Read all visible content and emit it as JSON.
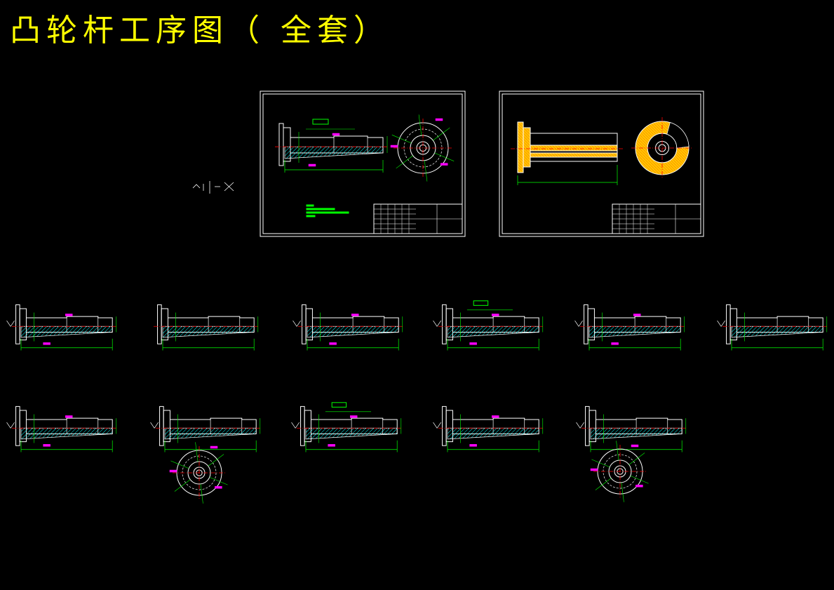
{
  "title": "凸轮杆工序图（ 全套）",
  "colors": {
    "background": "#000000",
    "title": "#ffff00",
    "outline": "#ffffff",
    "dimension": "#00ff00",
    "centerline": "#ff0000",
    "annotation": "#ff00ff",
    "hatch": "#00ffff",
    "section_fill": "#ffc800"
  },
  "drawings": {
    "sheets": [
      "part-drawing-sheet",
      "blank-drawing-sheet"
    ],
    "operation_views_row1": 6,
    "operation_views_row2": 5,
    "row2_end_views": 2
  }
}
